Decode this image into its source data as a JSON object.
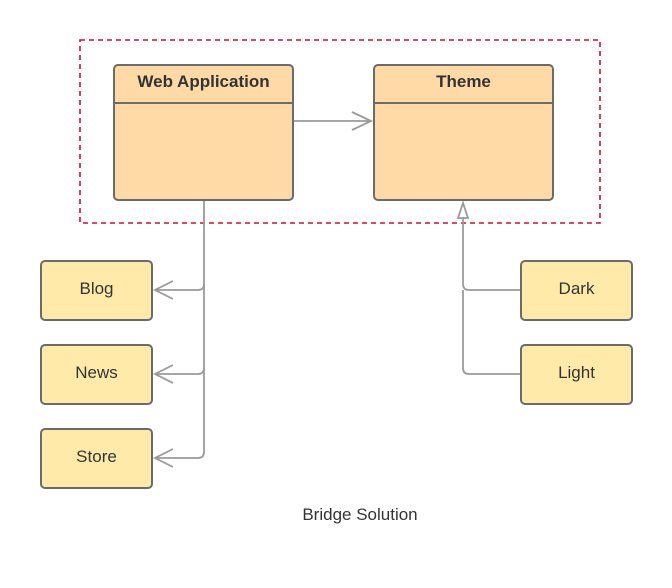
{
  "diagram": {
    "abstraction": {
      "title": "Web Application"
    },
    "implementor": {
      "title": "Theme"
    },
    "refined_abstractions": [
      {
        "label": "Blog"
      },
      {
        "label": "News"
      },
      {
        "label": "Store"
      }
    ],
    "concrete_implementors": [
      {
        "label": "Dark"
      },
      {
        "label": "Light"
      }
    ],
    "caption": "Bridge Solution"
  },
  "colors": {
    "class_fill": "#ffd9a6",
    "leaf_fill": "#ffeaa9",
    "border": "#6b6b6b",
    "connector": "#9a9a9a",
    "group_border": "#c8102e"
  }
}
